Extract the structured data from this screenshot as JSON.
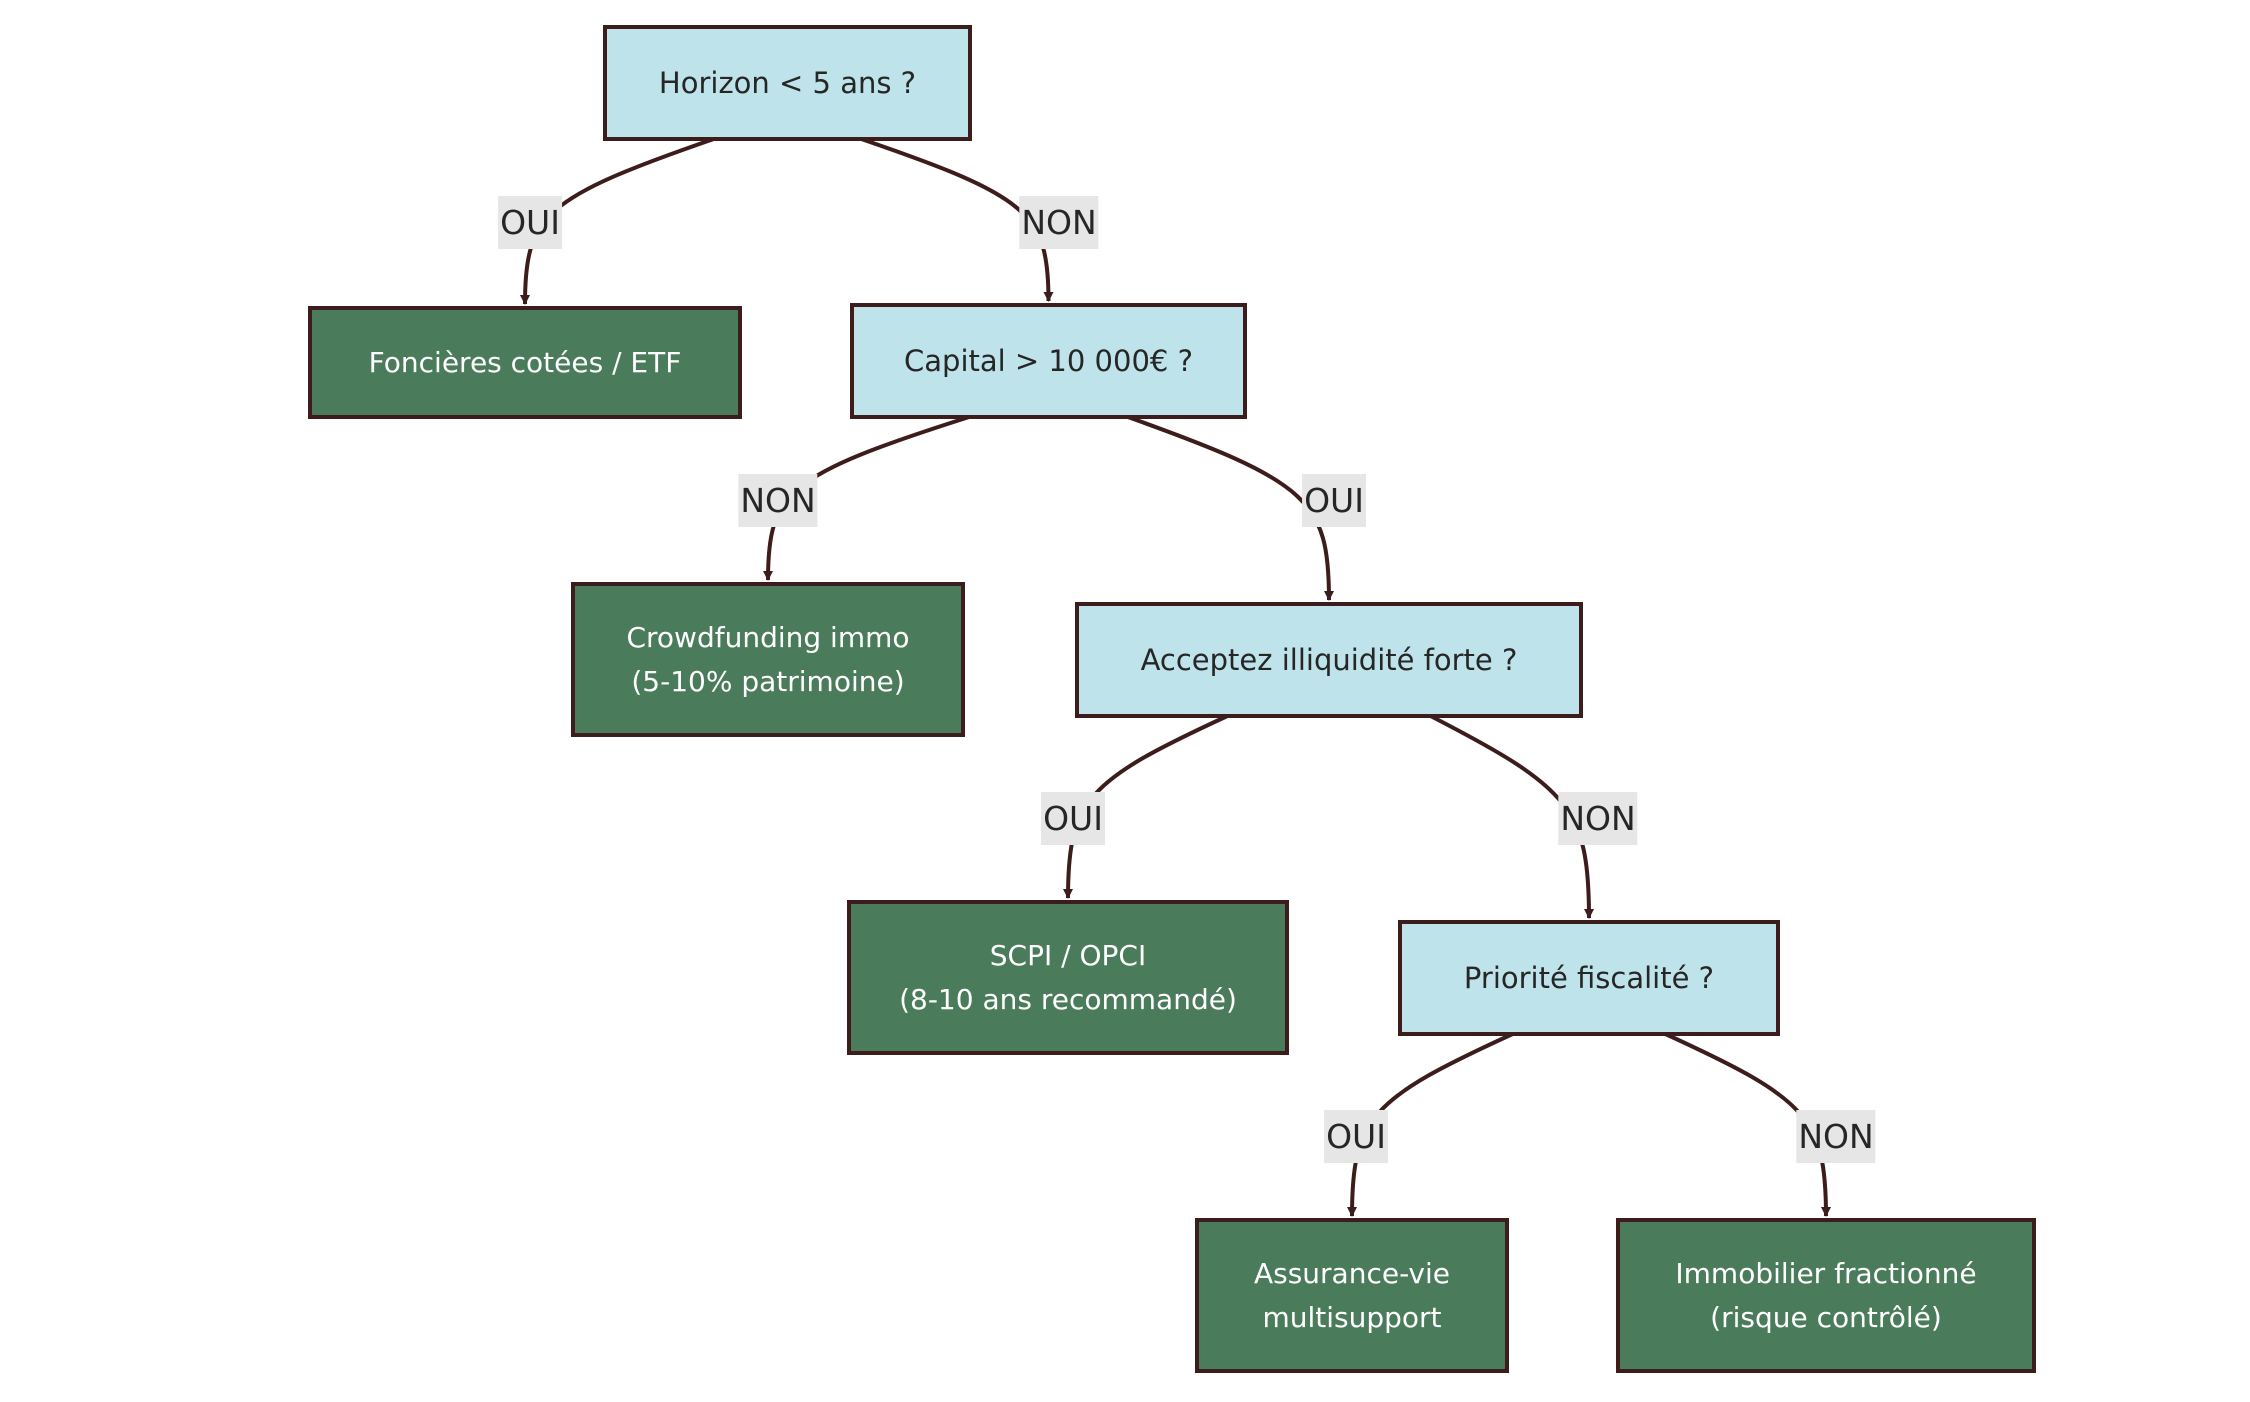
{
  "nodes": {
    "q_horizon": {
      "lines": [
        "Horizon < 5 ans ?"
      ]
    },
    "r_foncieres": {
      "lines": [
        "Foncières cotées / ETF"
      ]
    },
    "q_capital": {
      "lines": [
        "Capital > 10 000€ ?"
      ]
    },
    "r_crowdfunding": {
      "lines": [
        "Crowdfunding immo",
        "(5-10% patrimoine)"
      ]
    },
    "q_illiquidite": {
      "lines": [
        "Acceptez illiquidité forte ?"
      ]
    },
    "r_scpi": {
      "lines": [
        "SCPI / OPCI",
        "(8-10 ans recommandé)"
      ]
    },
    "q_fiscalite": {
      "lines": [
        "Priorité fiscalité ?"
      ]
    },
    "r_assurance": {
      "lines": [
        "Assurance-vie",
        "multisupport"
      ]
    },
    "r_fractionne": {
      "lines": [
        "Immobilier fractionné",
        "(risque contrôlé)"
      ]
    }
  },
  "edges": [
    {
      "from": "q_horizon",
      "to": "r_foncieres",
      "label": "OUI"
    },
    {
      "from": "q_horizon",
      "to": "q_capital",
      "label": "NON"
    },
    {
      "from": "q_capital",
      "to": "r_crowdfunding",
      "label": "NON"
    },
    {
      "from": "q_capital",
      "to": "q_illiquidite",
      "label": "OUI"
    },
    {
      "from": "q_illiquidite",
      "to": "r_scpi",
      "label": "OUI"
    },
    {
      "from": "q_illiquidite",
      "to": "q_fiscalite",
      "label": "NON"
    },
    {
      "from": "q_fiscalite",
      "to": "r_assurance",
      "label": "OUI"
    },
    {
      "from": "q_fiscalite",
      "to": "r_fractionne",
      "label": "NON"
    }
  ],
  "colors": {
    "decision_fill": "#bfe3ea",
    "outcome_fill": "#4a7c5c",
    "border": "#3d1c1c",
    "label_bg": "#e6e6e6"
  }
}
